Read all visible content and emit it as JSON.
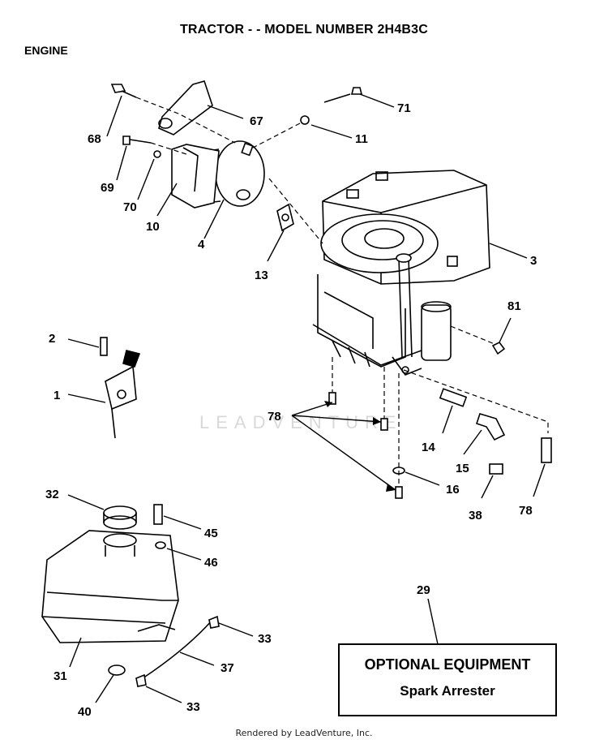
{
  "title": "TRACTOR - - MODEL NUMBER 2H4B3C",
  "section": "ENGINE",
  "footer": "Rendered by LeadVenture, Inc.",
  "watermark": "LEADVENTURE",
  "optional_box": {
    "line1": "OPTIONAL EQUIPMENT",
    "line2": "Spark Arrester"
  },
  "callouts": {
    "c68": "68",
    "c67": "67",
    "c71": "71",
    "c11": "11",
    "c69": "69",
    "c70": "70",
    "c10": "10",
    "c4": "4",
    "c13": "13",
    "c3": "3",
    "c81": "81",
    "c2": "2",
    "c1": "1",
    "c78a": "78",
    "c14": "14",
    "c15": "15",
    "c16": "16",
    "c38": "38",
    "c78b": "78",
    "c32": "32",
    "c45": "45",
    "c46": "46",
    "c29": "29",
    "c33a": "33",
    "c37": "37",
    "c31": "31",
    "c40": "40",
    "c33b": "33"
  }
}
